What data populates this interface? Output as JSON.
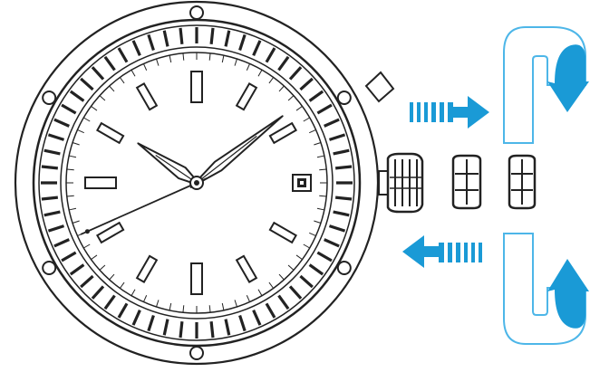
{
  "colors": {
    "ink": "#222222",
    "paper": "#ffffff",
    "accent_blue": "#1a9ad6",
    "arrow_outline_blue": "#4db6e8"
  },
  "watch": {
    "hour_markers": [
      12,
      1,
      2,
      3,
      4,
      5,
      6,
      7,
      8,
      9,
      10,
      11
    ],
    "date_window": {
      "visible": true,
      "label": ""
    },
    "time_shown": {
      "hour": 10,
      "minute": 8,
      "second": 41
    }
  },
  "crown_steps": {
    "count": 3,
    "pull_direction": "right",
    "push_direction": "left"
  },
  "icons": {
    "pull_arrow": "dashed-right-arrow-icon",
    "push_arrow": "dashed-left-arrow-icon",
    "rotate_top": "rotate-clockwise-down-icon",
    "rotate_bottom": "rotate-counterclockwise-up-icon"
  }
}
